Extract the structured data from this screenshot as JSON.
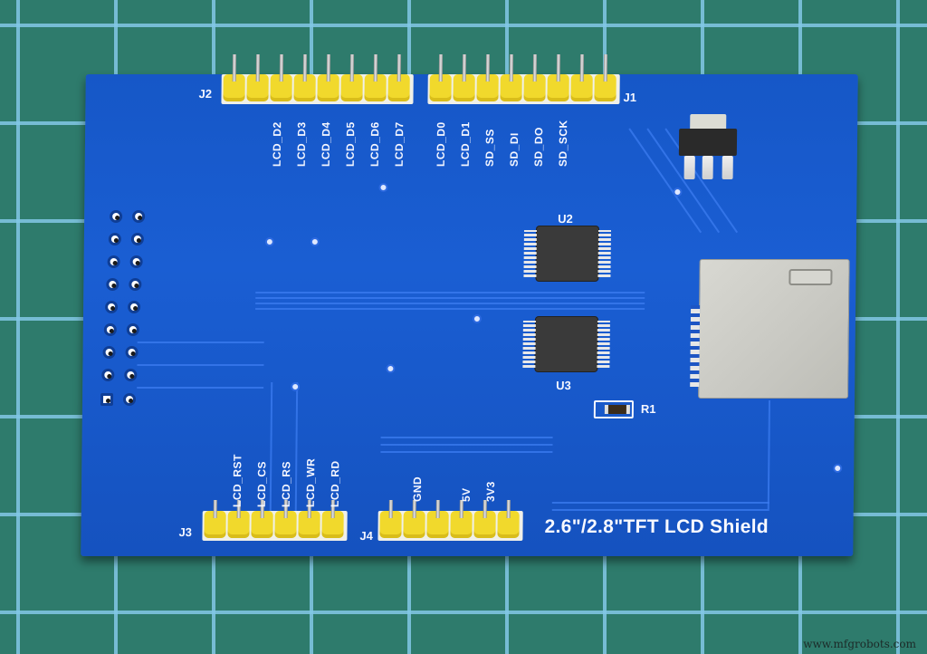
{
  "scene": {
    "subject": "Blue PCB - TFT LCD shield (rear side) on green cutting mat",
    "board_title": "2.6\"/2.8\"TFT LCD Shield",
    "colors": {
      "pcb": "#1a5ed3",
      "silkscreen": "#f4f6ff",
      "header_pins": "#f1d92c",
      "mat": "#2e7b6c",
      "mat_grid": "#82c8e6"
    }
  },
  "headers": {
    "j2": {
      "ref": "J2",
      "pins": 8,
      "labels": [
        "LCD_D2",
        "LCD_D3",
        "LCD_D4",
        "LCD_D5",
        "LCD_D6",
        "LCD_D7"
      ]
    },
    "j1": {
      "ref": "J1",
      "pins": 8,
      "labels": [
        "LCD_D0",
        "LCD_D1",
        "SD_SS",
        "SD_DI",
        "SD_DO",
        "SD_SCK"
      ]
    },
    "j3": {
      "ref": "J3",
      "pins": 6,
      "labels": [
        "LCD_RST",
        "LCD_CS",
        "LCD_RS",
        "LCD_WR",
        "LCD_RD"
      ]
    },
    "j4": {
      "ref": "J4",
      "pins": 6,
      "labels": [
        "GND",
        "5V",
        "3V3"
      ]
    }
  },
  "components": {
    "u2": "U2",
    "u3": "U3",
    "r1": "R1"
  },
  "watermark": "www.mfgrobots.com"
}
